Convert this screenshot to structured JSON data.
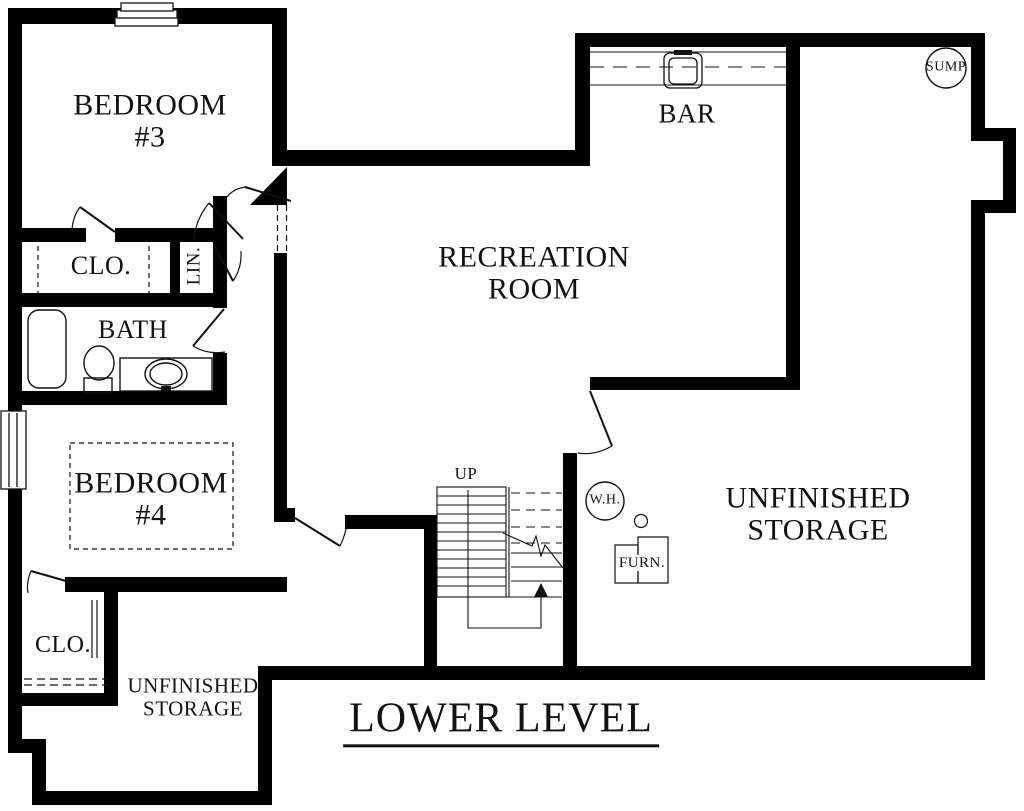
{
  "plan_title": {
    "text": "LOWER LEVEL"
  },
  "rooms": {
    "bedroom3": {
      "line1": "BEDROOM",
      "line2": "#3"
    },
    "closet_upper": {
      "label": "CLO."
    },
    "linen_closet": {
      "label": "LIN."
    },
    "bath": {
      "label": "BATH"
    },
    "bedroom4": {
      "line1": "BEDROOM",
      "line2": "#4"
    },
    "closet_lower": {
      "label": "CLO."
    },
    "storage_lower_left": {
      "line1": "UNFINISHED",
      "line2": "STORAGE"
    },
    "recreation_room": {
      "line1": "RECREATION",
      "line2": "ROOM"
    },
    "bar": {
      "label": "BAR"
    },
    "storage_right": {
      "line1": "UNFINISHED",
      "line2": "STORAGE"
    }
  },
  "annotations": {
    "stairs_direction": "UP",
    "sump_pump": "SUMP",
    "water_heater": "W.H.",
    "furnace": "FURN."
  },
  "colors": {
    "wall": "#000000",
    "background": "#ffffff",
    "line_work": "#111111"
  }
}
